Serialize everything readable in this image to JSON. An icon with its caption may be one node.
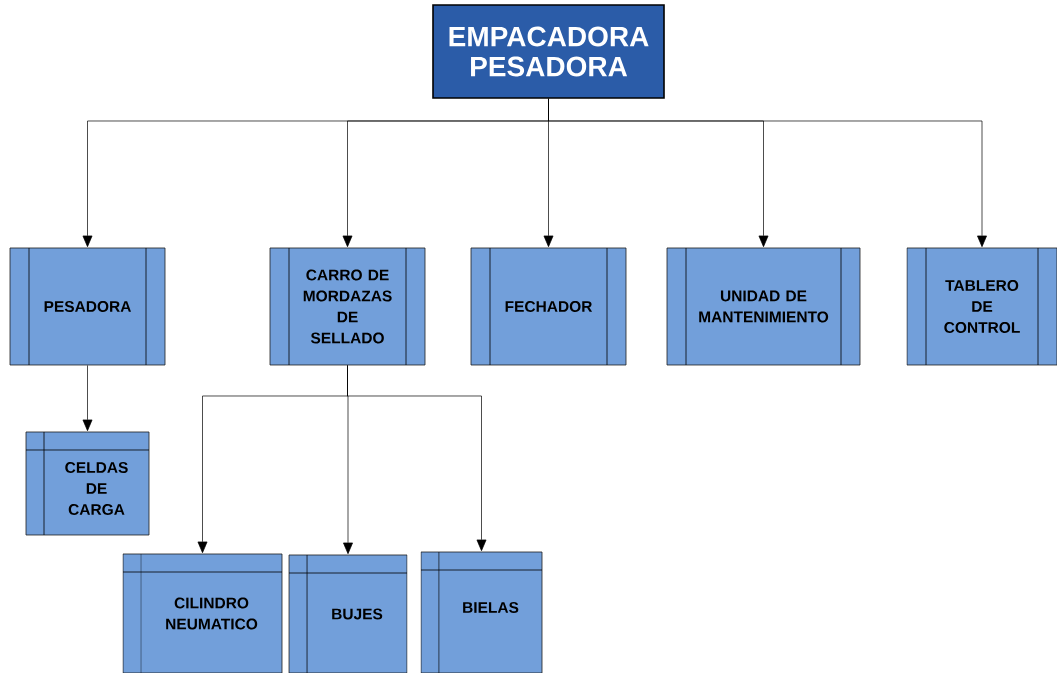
{
  "diagram": {
    "nodes": [
      {
        "text": [
          "EMPACADORA PESADORA"
        ]
      },
      {
        "text": [
          "PESADORA"
        ]
      },
      {
        "text": [
          "CARRO DE MORDAZAS DE SELLADO"
        ]
      },
      {
        "text": [
          "FECHADOR"
        ]
      },
      {
        "text": [
          "UNIDAD DE MANTENIMIENTO"
        ]
      },
      {
        "text": [
          "TABLERO DE CONTROL"
        ]
      },
      {
        "text": [
          "CELDAS DE CARGA"
        ]
      },
      {
        "text": [
          "CILINDRO NEUMATICO"
        ]
      },
      {
        "text": [
          "BUJES"
        ]
      },
      {
        "text": [
          "BIELAS"
        ]
      }
    ],
    "edges": [
      {
        "from": 0,
        "to": 1,
        "arrow": "to"
      },
      {
        "from": 0,
        "to": 2,
        "arrow": "to"
      },
      {
        "from": 0,
        "to": 3,
        "arrow": "to"
      },
      {
        "from": 0,
        "to": 4,
        "arrow": "to"
      },
      {
        "from": 0,
        "to": 5,
        "arrow": "to"
      },
      {
        "from": 1,
        "to": 6,
        "arrow": "to"
      },
      {
        "from": 2,
        "to": 7,
        "arrow": "to"
      },
      {
        "from": 2,
        "to": 8,
        "arrow": "to"
      },
      {
        "from": 2,
        "to": 9,
        "arrow": "to"
      }
    ]
  }
}
